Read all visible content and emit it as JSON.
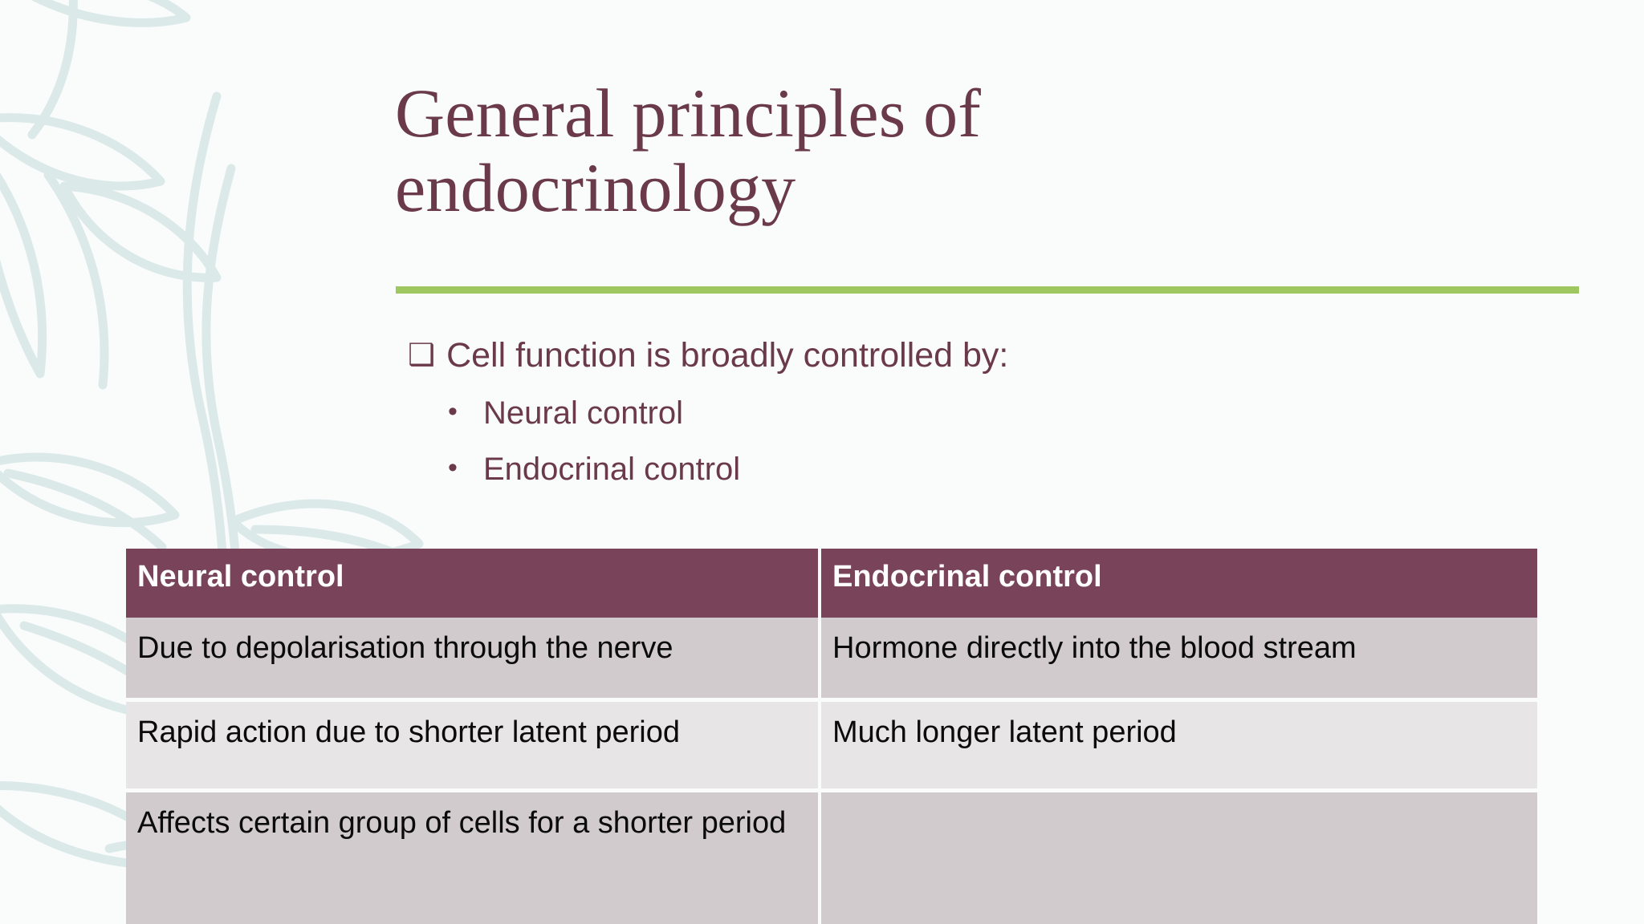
{
  "slide": {
    "title": "General principles of\nendocrinology",
    "accent_rule_color": "#9ec75f",
    "title_color": "#6b3a4a",
    "background_color": "#fafcfc",
    "decor_color": "#dce9e9"
  },
  "body": {
    "intro": {
      "bullet_glyph": "❑",
      "text": "Cell function is broadly controlled by:"
    },
    "sub_bullets": [
      {
        "bullet_glyph": "•",
        "text": "Neural control"
      },
      {
        "bullet_glyph": "•",
        "text": "Endocrinal control"
      }
    ]
  },
  "table": {
    "header_bg": "#79445a",
    "header_text_color": "#ffffff",
    "row_band_a": "#d2cbce",
    "row_band_b": "#e8e5e7",
    "columns": [
      "Neural control",
      "Endocrinal control"
    ],
    "rows": [
      [
        "Due to depolarisation through the nerve",
        "Hormone directly into the blood stream"
      ],
      [
        "Rapid action due to shorter latent period",
        "Much longer latent period"
      ],
      [
        "Affects certain group of cells for a shorter period",
        ""
      ]
    ]
  }
}
